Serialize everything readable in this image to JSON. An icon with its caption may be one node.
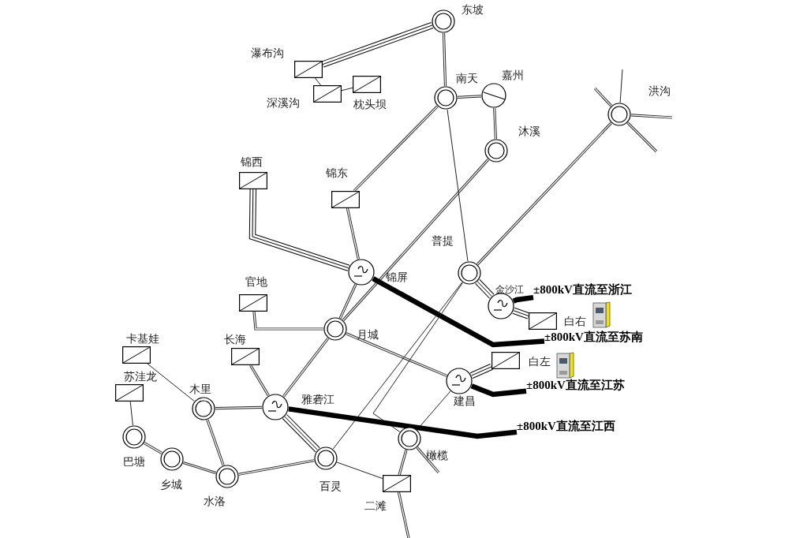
{
  "diagram": {
    "nodes": [
      {
        "text": [],
        "shape": "circle",
        "beside": [
          "东坡"
        ]
      },
      {
        "text": [],
        "shape": "box",
        "beside": [
          "瀑布沟"
        ]
      },
      {
        "text": [],
        "shape": "box",
        "beside": [
          "深溪沟"
        ]
      },
      {
        "text": [],
        "shape": "box",
        "beside": [
          "枕头坝"
        ]
      },
      {
        "text": [],
        "shape": "circle",
        "beside": [
          "南天"
        ]
      },
      {
        "text": [],
        "shape": "switch",
        "beside": [
          "嘉州"
        ]
      },
      {
        "text": [],
        "shape": "circle",
        "beside": [
          "沐溪"
        ]
      },
      {
        "text": [],
        "shape": "circle",
        "beside": [
          "洪沟"
        ]
      },
      {
        "text": [],
        "shape": "box",
        "beside": [
          "锦西"
        ]
      },
      {
        "text": [],
        "shape": "box",
        "beside": [
          "锦东"
        ]
      },
      {
        "text": [],
        "shape": "circle",
        "beside": [
          "普提"
        ]
      },
      {
        "text": [],
        "shape": "converter",
        "beside": [
          "锦屏"
        ]
      },
      {
        "text": [],
        "shape": "converter",
        "beside": [
          "金沙江"
        ]
      },
      {
        "text": [],
        "shape": "box",
        "beside": [
          "白右"
        ]
      },
      {
        "text": [],
        "shape": "box",
        "beside": [
          "官地"
        ]
      },
      {
        "text": [],
        "shape": "circle",
        "beside": [
          "月城"
        ]
      },
      {
        "text": [],
        "shape": "box",
        "beside": [
          "白左"
        ]
      },
      {
        "text": [],
        "shape": "converter",
        "beside": [
          "建昌"
        ]
      },
      {
        "text": [],
        "shape": "box",
        "beside": [
          "卡基娃"
        ]
      },
      {
        "text": [],
        "shape": "box",
        "beside": [
          "长海"
        ]
      },
      {
        "text": [],
        "shape": "box",
        "beside": [
          "苏洼龙"
        ]
      },
      {
        "text": [],
        "shape": "circle",
        "beside": [
          "木里"
        ]
      },
      {
        "text": [],
        "shape": "converter",
        "beside": [
          "雅砻江"
        ]
      },
      {
        "text": [],
        "shape": "circle",
        "beside": [
          "巴塘"
        ]
      },
      {
        "text": [],
        "shape": "circle",
        "beside": [
          "乡城"
        ]
      },
      {
        "text": [],
        "shape": "circle",
        "beside": [
          "水洛"
        ]
      },
      {
        "text": [],
        "shape": "circle",
        "beside": [
          "百灵"
        ]
      },
      {
        "text": [],
        "shape": "circle",
        "beside": [
          "橄榄"
        ]
      },
      {
        "text": [],
        "shape": "box",
        "beside": [
          "二滩"
        ]
      },
      {
        "text": [
          "±800kV直流至浙江"
        ]
      },
      {
        "text": [
          "±800kV直流至苏南"
        ]
      },
      {
        "text": [
          "±800kV直流至江苏"
        ]
      },
      {
        "text": [
          "±800kV直流至江西"
        ]
      }
    ],
    "edges": [
      {
        "from": 1,
        "to": 0,
        "arrow": "none",
        "style": "thick"
      },
      {
        "from": 1,
        "to": 2,
        "arrow": "none"
      },
      {
        "from": 2,
        "to": 3,
        "arrow": "none"
      },
      {
        "from": 0,
        "to": 4,
        "arrow": "none"
      },
      {
        "from": 4,
        "to": 5,
        "arrow": "none"
      },
      {
        "from": 5,
        "to": 6,
        "arrow": "none"
      },
      {
        "from": 4,
        "to": 9,
        "arrow": "none"
      },
      {
        "from": 4,
        "to": 10,
        "arrow": "none"
      },
      {
        "from": 6,
        "to": 15,
        "arrow": "none"
      },
      {
        "from": 8,
        "to": 11,
        "arrow": "none",
        "style": "thick"
      },
      {
        "from": 9,
        "to": 11,
        "arrow": "none"
      },
      {
        "from": 11,
        "to": 15,
        "arrow": "none"
      },
      {
        "from": 11,
        "to": 30,
        "arrow": "none",
        "style": "thick"
      },
      {
        "from": 14,
        "to": 15,
        "arrow": "none"
      },
      {
        "from": 15,
        "to": 17,
        "arrow": "none"
      },
      {
        "from": 15,
        "to": 22,
        "arrow": "none"
      },
      {
        "from": 10,
        "to": 7,
        "arrow": "none"
      },
      {
        "from": 10,
        "to": 12,
        "arrow": "none",
        "style": "thick"
      },
      {
        "from": 10,
        "to": 26,
        "arrow": "none"
      },
      {
        "from": 10,
        "to": 27,
        "arrow": "none"
      },
      {
        "from": 17,
        "to": 27,
        "arrow": "none"
      },
      {
        "from": 17,
        "to": 16,
        "arrow": "none",
        "style": "thick"
      },
      {
        "from": 17,
        "to": 31,
        "arrow": "none",
        "style": "thick"
      },
      {
        "from": 12,
        "to": 13,
        "arrow": "none",
        "style": "thick"
      },
      {
        "from": 12,
        "to": 29,
        "arrow": "none",
        "style": "thick"
      },
      {
        "from": 22,
        "to": 32,
        "arrow": "none",
        "style": "thick"
      },
      {
        "from": 19,
        "to": 22,
        "arrow": "none"
      },
      {
        "from": 21,
        "to": 22,
        "arrow": "none"
      },
      {
        "from": 22,
        "to": 26,
        "arrow": "none",
        "style": "thick"
      },
      {
        "from": 18,
        "to": 21,
        "arrow": "none"
      },
      {
        "from": 20,
        "to": 23,
        "arrow": "none"
      },
      {
        "from": 23,
        "to": 24,
        "arrow": "none"
      },
      {
        "from": 24,
        "to": 25,
        "arrow": "none"
      },
      {
        "from": 21,
        "to": 25,
        "arrow": "none"
      },
      {
        "from": 25,
        "to": 26,
        "arrow": "none"
      },
      {
        "from": 26,
        "to": 28,
        "arrow": "none"
      },
      {
        "from": 27,
        "to": 28,
        "arrow": "none"
      },
      {
        "from": 28,
        "to": null,
        "arrow": "none"
      },
      {
        "from": 27,
        "to": null,
        "arrow": "none"
      },
      {
        "from": 7,
        "to": null,
        "arrow": "none"
      },
      {
        "from": 7,
        "to": null,
        "arrow": "none"
      },
      {
        "from": 7,
        "to": null,
        "arrow": "none"
      },
      {
        "from": 7,
        "to": null,
        "arrow": "none"
      }
    ]
  }
}
